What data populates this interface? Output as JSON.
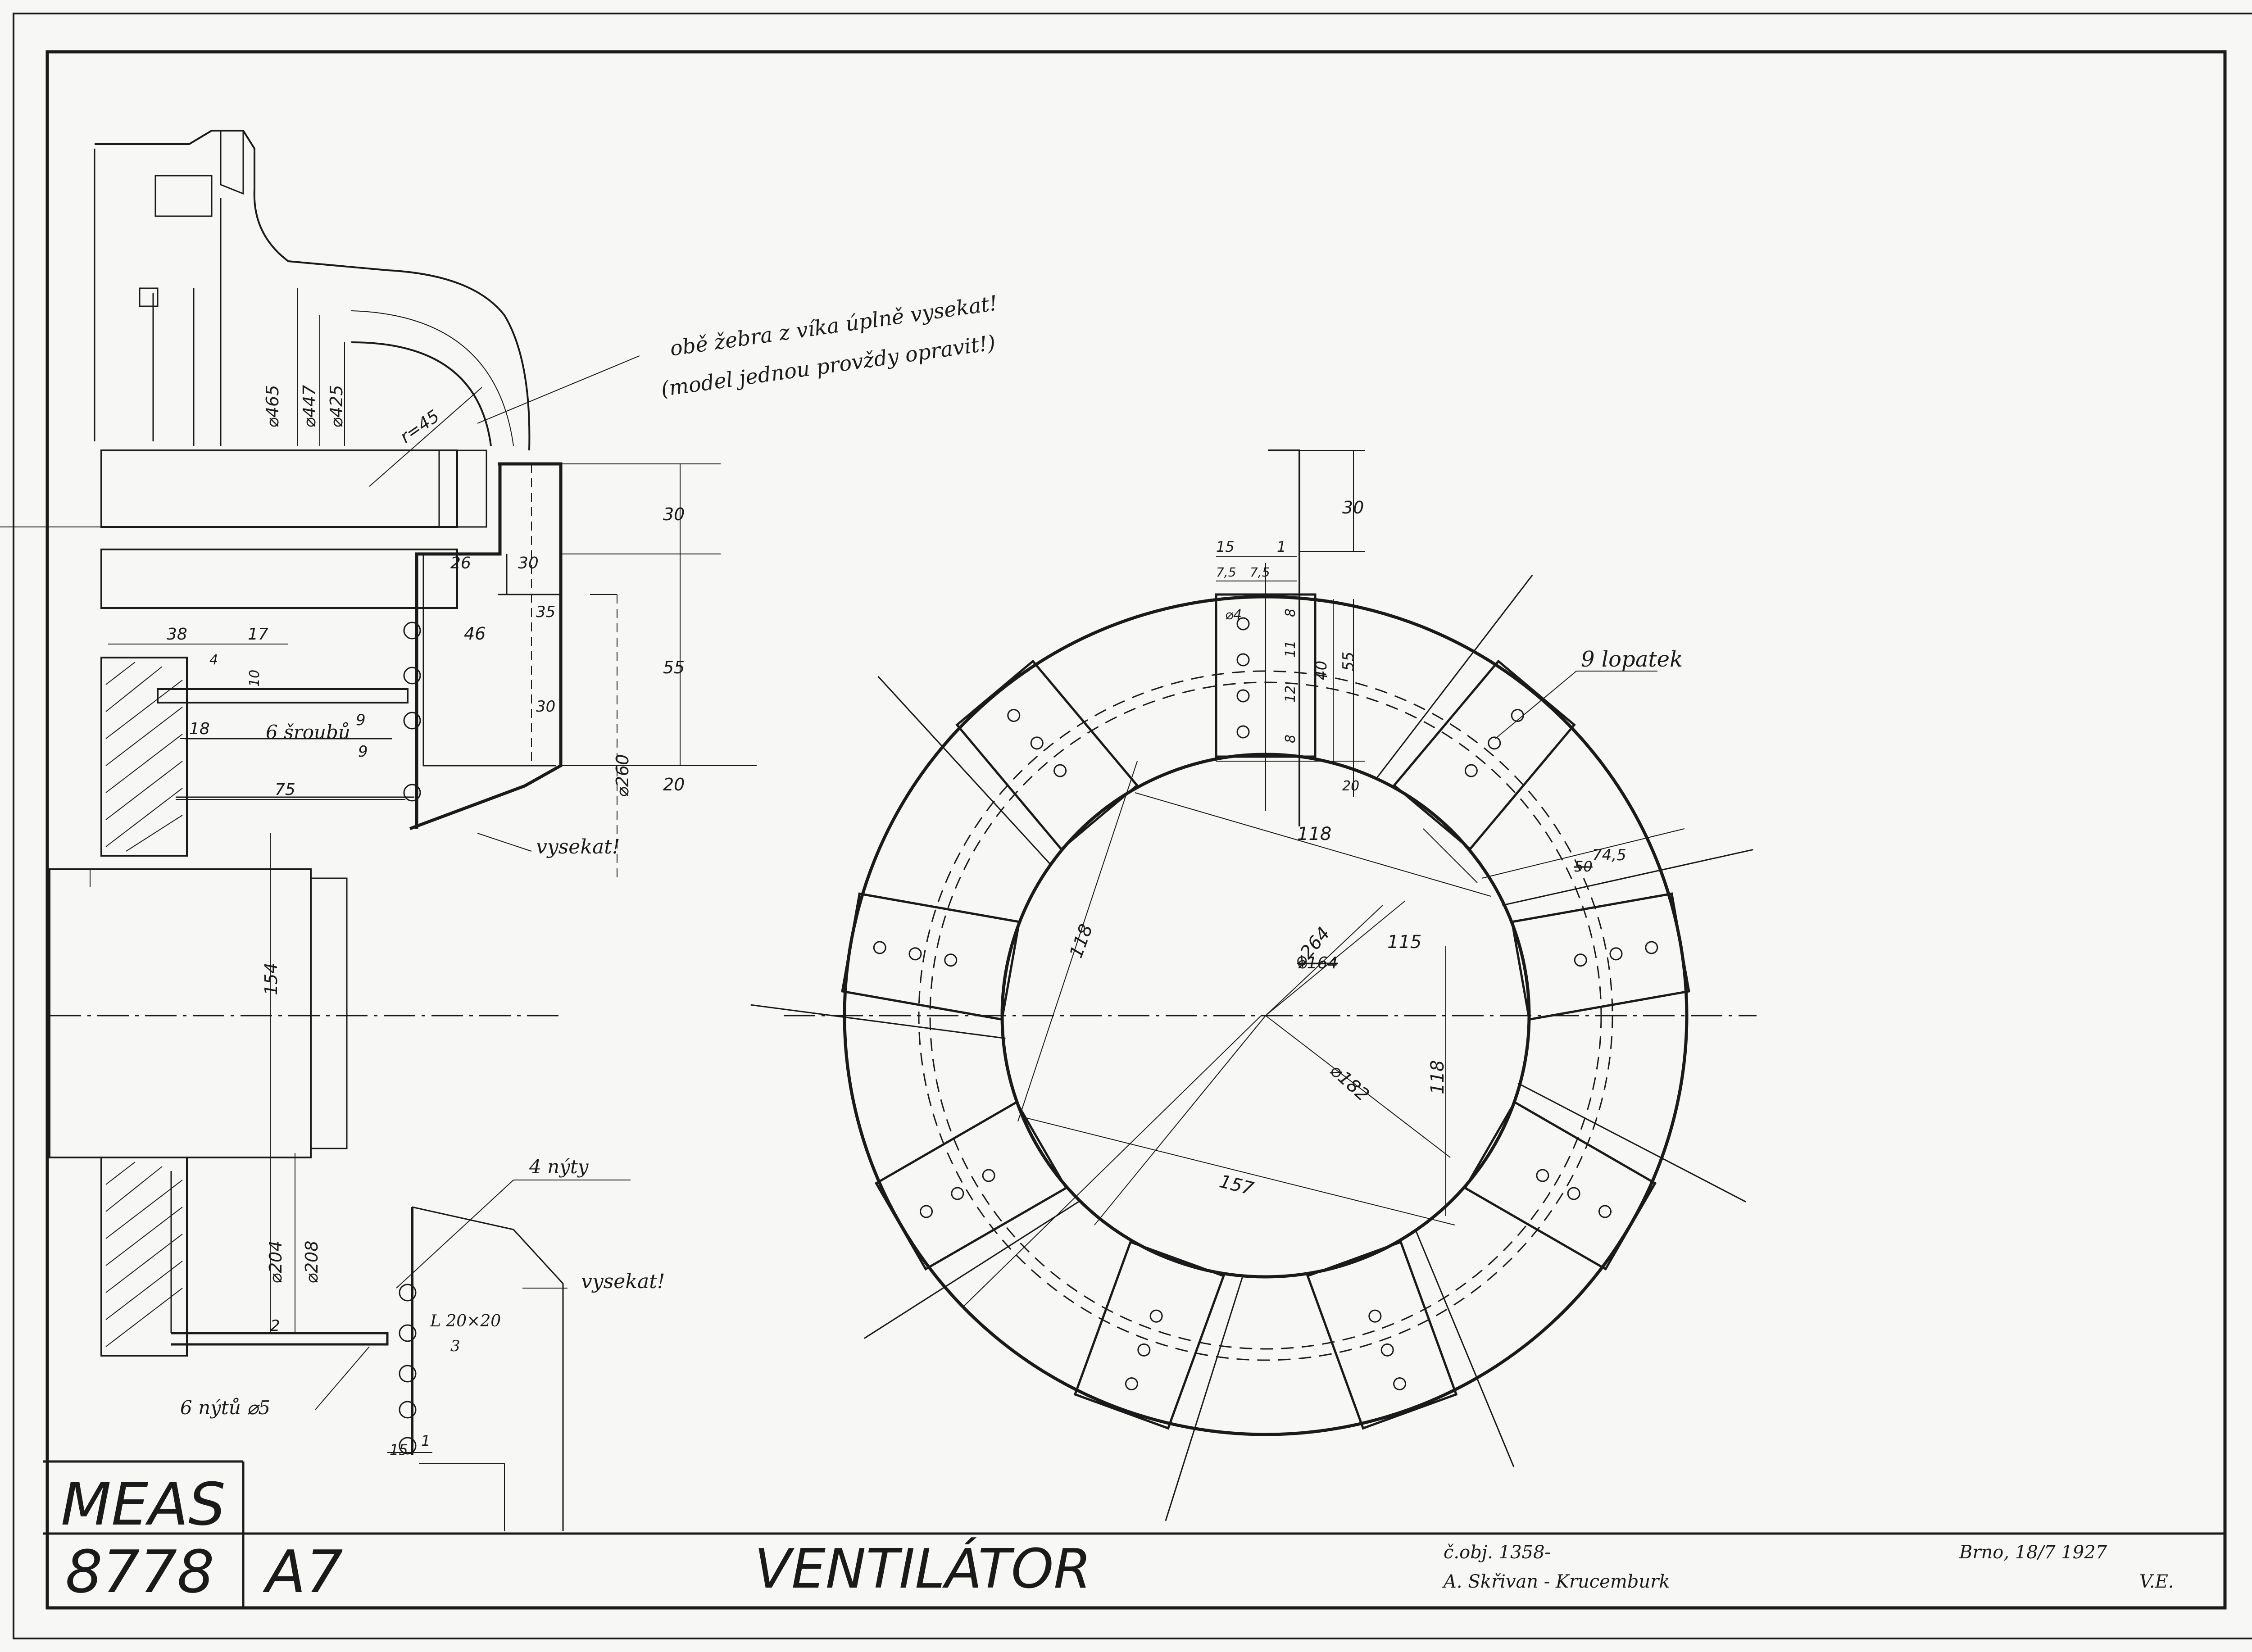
{
  "title_block": {
    "company": "MEAS",
    "drawing_number": "8778",
    "sheet_format": "A7",
    "title": "VENTILÁTOR",
    "order_number": "č.obj. 1358-",
    "customer": "A. Skřivan - Krucemburk",
    "place_date": "Brno, 18/7 1927",
    "initials": "V.E."
  },
  "notes": {
    "rib_note_1": "obě žebra z víka úplně vysekat!",
    "rib_note_2": "(model jednou provždy opravit!)",
    "blades": "9 lopatek",
    "cut_out_1": "vysekat!",
    "cut_out_2": "vysekat!",
    "screws": "6 šroubů",
    "rivets_4": "4 nýty",
    "rivets_6": "6 nýtů ⌀5",
    "angle_a": "L 20×20",
    "angle_b": "3"
  },
  "dimensions": {
    "d465": "⌀465",
    "d447": "⌀447",
    "d425": "⌀425",
    "r45": "r=45",
    "box30a": "30",
    "box55": "55",
    "box20": "20",
    "box26": "26",
    "box30b": "30",
    "box46": "46",
    "n35": "35",
    "n30": "30",
    "d260": "⌀260",
    "n38": "38",
    "n17": "17",
    "n10": "10",
    "n4": "4",
    "n18": "18",
    "n9a": "9",
    "n9b": "9",
    "n75": "75",
    "box154": "154",
    "d204": "⌀204",
    "d208": "⌀208",
    "n2": "2",
    "n15a": "15",
    "n1a": "1",
    "top15": "15",
    "top1": "1",
    "top75a": "7,5",
    "top75b": "7,5",
    "top30": "30",
    "s4": "⌀4",
    "s11": "11",
    "s8a": "8",
    "s12": "12",
    "s40": "40",
    "s8b": "8",
    "s55": "55",
    "s20": "20",
    "r118a": "118",
    "r118b": "118",
    "r118c": "118",
    "d264": "⌀264",
    "d164": "⌀164",
    "box115": "115",
    "d182": "⌀182",
    "c157": "157",
    "n50": "50",
    "box745": "74,5"
  }
}
